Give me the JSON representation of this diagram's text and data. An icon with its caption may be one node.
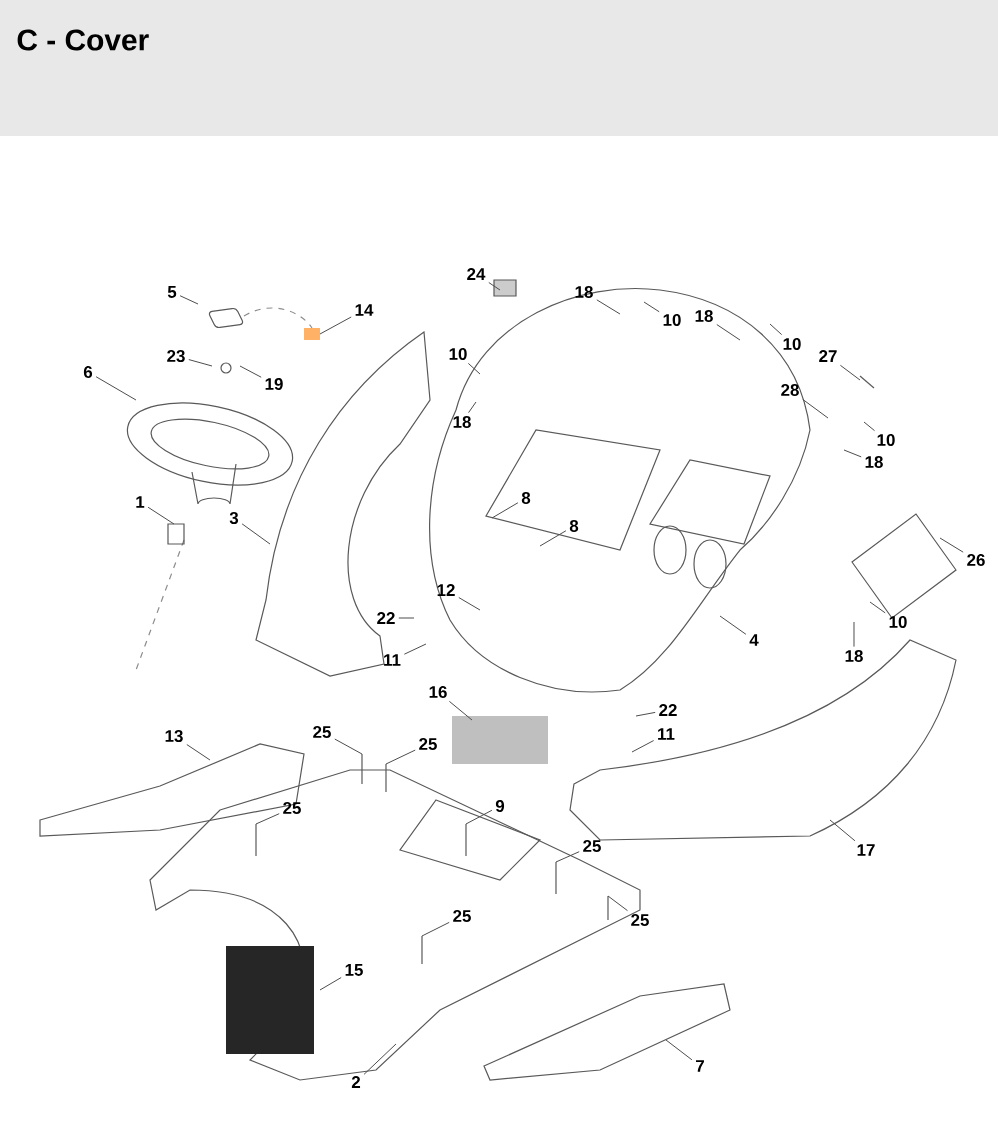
{
  "diagram": {
    "title": "C - Cover",
    "nodes": [
      {
        "text": [
          "5"
        ]
      },
      {
        "text": [
          "14"
        ]
      },
      {
        "text": [
          "23"
        ]
      },
      {
        "text": [
          "19"
        ]
      },
      {
        "text": [
          "6"
        ]
      },
      {
        "text": [
          "1"
        ]
      },
      {
        "text": [
          "3"
        ]
      },
      {
        "text": [
          "24"
        ]
      },
      {
        "text": [
          "18"
        ]
      },
      {
        "text": [
          "10"
        ]
      },
      {
        "text": [
          "18"
        ]
      },
      {
        "text": [
          "10"
        ]
      },
      {
        "text": [
          "10"
        ]
      },
      {
        "text": [
          "18"
        ]
      },
      {
        "text": [
          "27"
        ]
      },
      {
        "text": [
          "28"
        ]
      },
      {
        "text": [
          "10"
        ]
      },
      {
        "text": [
          "18"
        ]
      },
      {
        "text": [
          "8"
        ]
      },
      {
        "text": [
          "8"
        ]
      },
      {
        "text": [
          "12"
        ]
      },
      {
        "text": [
          "22"
        ]
      },
      {
        "text": [
          "11"
        ]
      },
      {
        "text": [
          "4"
        ]
      },
      {
        "text": [
          "26"
        ]
      },
      {
        "text": [
          "10"
        ]
      },
      {
        "text": [
          "18"
        ]
      },
      {
        "text": [
          "16"
        ]
      },
      {
        "text": [
          "22"
        ]
      },
      {
        "text": [
          "11"
        ]
      },
      {
        "text": [
          "13"
        ]
      },
      {
        "text": [
          "25"
        ]
      },
      {
        "text": [
          "25"
        ]
      },
      {
        "text": [
          "25"
        ]
      },
      {
        "text": [
          "9"
        ]
      },
      {
        "text": [
          "25"
        ]
      },
      {
        "text": [
          "25"
        ]
      },
      {
        "text": [
          "25"
        ]
      },
      {
        "text": [
          "17"
        ]
      },
      {
        "text": [
          "15"
        ]
      },
      {
        "text": [
          "2"
        ]
      },
      {
        "text": [
          "7"
        ]
      }
    ],
    "edges": [
      {
        "from": 0,
        "to": null,
        "arrow": "none"
      },
      {
        "from": 1,
        "to": null,
        "arrow": "none"
      },
      {
        "from": 2,
        "to": null,
        "arrow": "none"
      },
      {
        "from": 3,
        "to": null,
        "arrow": "none"
      },
      {
        "from": 4,
        "to": null,
        "arrow": "none"
      },
      {
        "from": 5,
        "to": null,
        "arrow": "none"
      },
      {
        "from": 6,
        "to": null,
        "arrow": "none"
      },
      {
        "from": 7,
        "to": null,
        "arrow": "none"
      },
      {
        "from": 8,
        "to": null,
        "arrow": "none"
      },
      {
        "from": 9,
        "to": null,
        "arrow": "none"
      },
      {
        "from": 10,
        "to": null,
        "arrow": "none"
      },
      {
        "from": 11,
        "to": null,
        "arrow": "none"
      },
      {
        "from": 12,
        "to": null,
        "arrow": "none"
      },
      {
        "from": 13,
        "to": null,
        "arrow": "none"
      },
      {
        "from": 14,
        "to": null,
        "arrow": "none"
      },
      {
        "from": 15,
        "to": null,
        "arrow": "none"
      },
      {
        "from": 16,
        "to": null,
        "arrow": "none"
      },
      {
        "from": 17,
        "to": null,
        "arrow": "none"
      },
      {
        "from": 18,
        "to": null,
        "arrow": "none"
      },
      {
        "from": 19,
        "to": null,
        "arrow": "none"
      },
      {
        "from": 20,
        "to": null,
        "arrow": "none"
      },
      {
        "from": 21,
        "to": null,
        "arrow": "none"
      },
      {
        "from": 22,
        "to": null,
        "arrow": "none"
      },
      {
        "from": 23,
        "to": null,
        "arrow": "none"
      },
      {
        "from": 24,
        "to": null,
        "arrow": "none"
      },
      {
        "from": 25,
        "to": null,
        "arrow": "none"
      },
      {
        "from": 26,
        "to": null,
        "arrow": "none"
      },
      {
        "from": 27,
        "to": null,
        "arrow": "none"
      },
      {
        "from": 28,
        "to": null,
        "arrow": "none"
      },
      {
        "from": 29,
        "to": null,
        "arrow": "none"
      },
      {
        "from": 30,
        "to": null,
        "arrow": "none"
      },
      {
        "from": 31,
        "to": null,
        "arrow": "none"
      },
      {
        "from": 32,
        "to": null,
        "arrow": "none"
      },
      {
        "from": 33,
        "to": null,
        "arrow": "none"
      },
      {
        "from": 34,
        "to": null,
        "arrow": "none"
      },
      {
        "from": 35,
        "to": null,
        "arrow": "none"
      },
      {
        "from": 36,
        "to": null,
        "arrow": "none"
      },
      {
        "from": 37,
        "to": null,
        "arrow": "none"
      },
      {
        "from": 38,
        "to": null,
        "arrow": "none"
      },
      {
        "from": 39,
        "to": null,
        "arrow": "none"
      },
      {
        "from": 40,
        "to": null,
        "arrow": "none"
      },
      {
        "from": 41,
        "to": null,
        "arrow": "none"
      }
    ]
  }
}
